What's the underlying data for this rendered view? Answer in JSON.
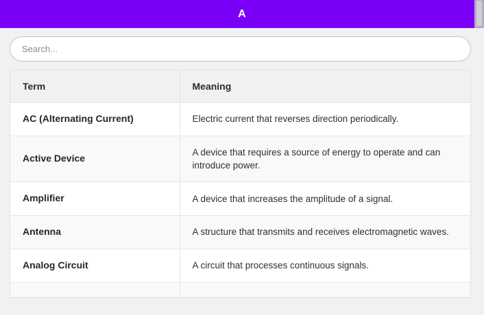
{
  "header": {
    "title": "A"
  },
  "colors": {
    "header_background": "#7b00f7",
    "header_text": "#ffffff",
    "page_background": "#f1f1f1",
    "table_header_background": "#f1f1f1",
    "row_alt_background": "#f9f9f9",
    "border": "#e2e2e2"
  },
  "search": {
    "placeholder": "Search...",
    "value": ""
  },
  "table": {
    "columns": [
      {
        "key": "term",
        "label": "Term"
      },
      {
        "key": "meaning",
        "label": "Meaning"
      }
    ],
    "rows": [
      {
        "term": "AC (Alternating Current)",
        "meaning": "Electric current that reverses direction periodically."
      },
      {
        "term": "Active Device",
        "meaning": "A device that requires a source of energy to operate and can introduce power."
      },
      {
        "term": "Amplifier",
        "meaning": "A device that increases the amplitude of a signal."
      },
      {
        "term": "Antenna",
        "meaning": "A structure that transmits and receives electromagnetic waves."
      },
      {
        "term": "Analog Circuit",
        "meaning": "A circuit that processes continuous signals."
      },
      {
        "term": "",
        "meaning": ""
      }
    ]
  }
}
